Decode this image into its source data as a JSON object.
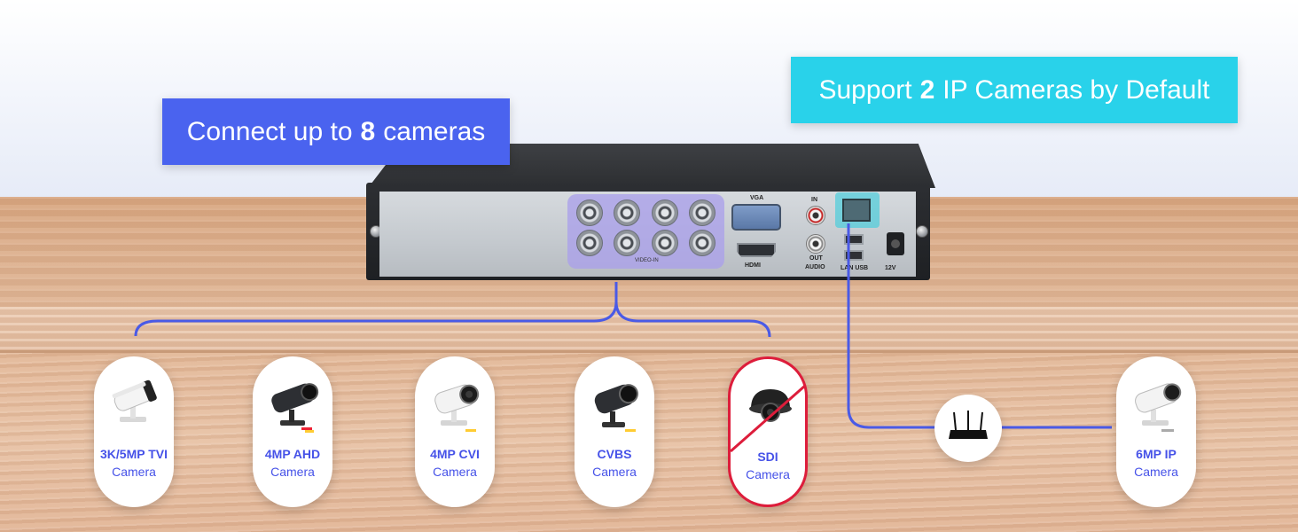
{
  "banners": {
    "left": {
      "prefix": "Connect up to",
      "number": "8",
      "suffix": "cameras"
    },
    "right": {
      "prefix": "Support",
      "number": "2",
      "suffix": "IP Cameras by Default"
    }
  },
  "dvr_panel": {
    "video_in": "VIDEO-IN",
    "vga": "VGA",
    "hdmi": "HDMI",
    "audio_in": "IN",
    "audio_out": "OUT",
    "audio": "AUDIO",
    "lan_usb": "LAN USB",
    "power": "12V"
  },
  "cameras": [
    {
      "type": "3K/5MP TVI",
      "caption": "Camera",
      "icon": "white-bullet-camera-icon"
    },
    {
      "type": "4MP AHD",
      "caption": "Camera",
      "icon": "black-bullet-camera-icon"
    },
    {
      "type": "4MP CVI",
      "caption": "Camera",
      "icon": "white-bullet-camera-icon"
    },
    {
      "type": "CVBS",
      "caption": "Camera",
      "icon": "black-bullet-camera-icon"
    },
    {
      "type": "SDI",
      "caption": "Camera",
      "icon": "black-dome-camera-icon",
      "not_supported": true
    },
    {
      "type": "6MP IP",
      "caption": "Camera",
      "icon": "white-ip-bullet-camera-icon"
    }
  ],
  "router": {
    "icon": "router-icon"
  },
  "colors": {
    "blue": "#4a63ef",
    "cyan": "#29d2ea",
    "wire": "#4a5ae6",
    "not_supported_red": "#dd1d3b",
    "text_blue": "#4652e8"
  }
}
